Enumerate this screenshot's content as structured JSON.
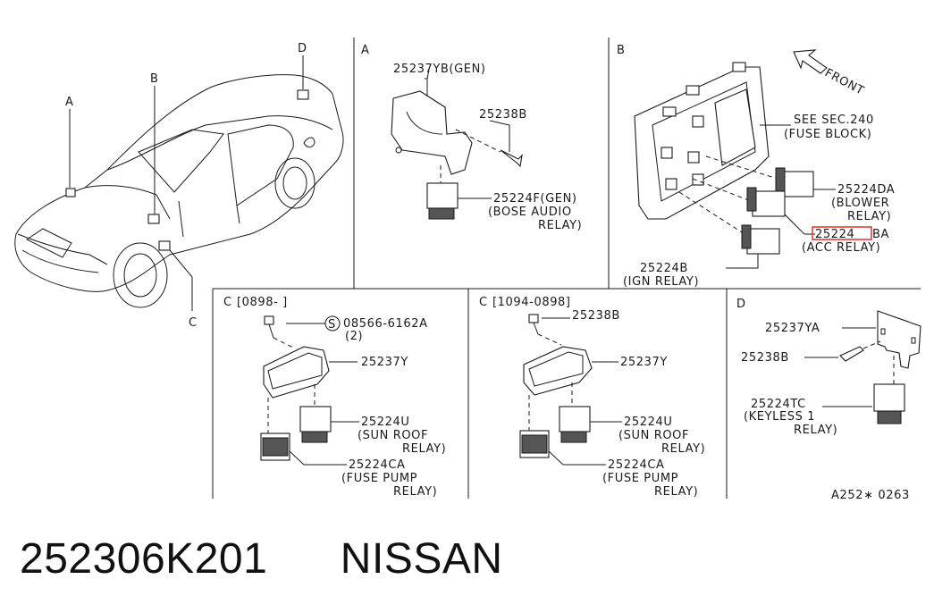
{
  "sections": {
    "a": "A",
    "b": "B",
    "c_1": "C",
    "c_1_range": "[0898-    ]",
    "c_2": "C",
    "c_2_range": "[1094-0898]",
    "d": "D"
  },
  "car_callouts": [
    "A",
    "B",
    "C",
    "D"
  ],
  "section_a": {
    "bracket": "25237YB(GEN)",
    "bolt": "25238B",
    "relay_line1": "25224F(GEN)",
    "relay_line2": "(BOSE AUDIO",
    "relay_line3": "RELAY)"
  },
  "section_b": {
    "fuse_block_line1": "SEE SEC.240",
    "fuse_block_line2": "(FUSE BLOCK)",
    "front": "FRONT",
    "blower_line1": "25224DA",
    "blower_line2": "(BLOWER",
    "blower_line3": "RELAY)",
    "acc_code": "25224",
    "acc_suffix": "BA",
    "acc_label": "(ACC RELAY)",
    "ign_code": "25224B",
    "ign_label": "(IGN RELAY)",
    "highlight_color": "#e02020"
  },
  "section_c1": {
    "screw_code": "08566-6162A",
    "screw_qty": "(2)",
    "screw_mark": "S",
    "bracket": "25237Y",
    "sunroof_line1": "25224U",
    "sunroof_line2": "(SUN ROOF",
    "sunroof_line3": "RELAY)",
    "fuel_line1": "25224CA",
    "fuel_line2": "(FUSE PUMP",
    "fuel_line3": "RELAY)"
  },
  "section_c2": {
    "bolt": "25238B",
    "bracket": "25237Y",
    "sunroof_line1": "25224U",
    "sunroof_line2": "(SUN ROOF",
    "sunroof_line3": "RELAY)",
    "fuel_line1": "25224CA",
    "fuel_line2": "(FUSE PUMP",
    "fuel_line3": "RELAY)"
  },
  "section_d": {
    "bracket": "25237YA",
    "bolt": "25238B",
    "relay_line1": "25224TC",
    "relay_line2": "(KEYLESS 1",
    "relay_line3": "RELAY)"
  },
  "diagram_ref": "A252∗ 0263",
  "footer": {
    "part_number": "252306K201",
    "brand": "NISSAN"
  }
}
